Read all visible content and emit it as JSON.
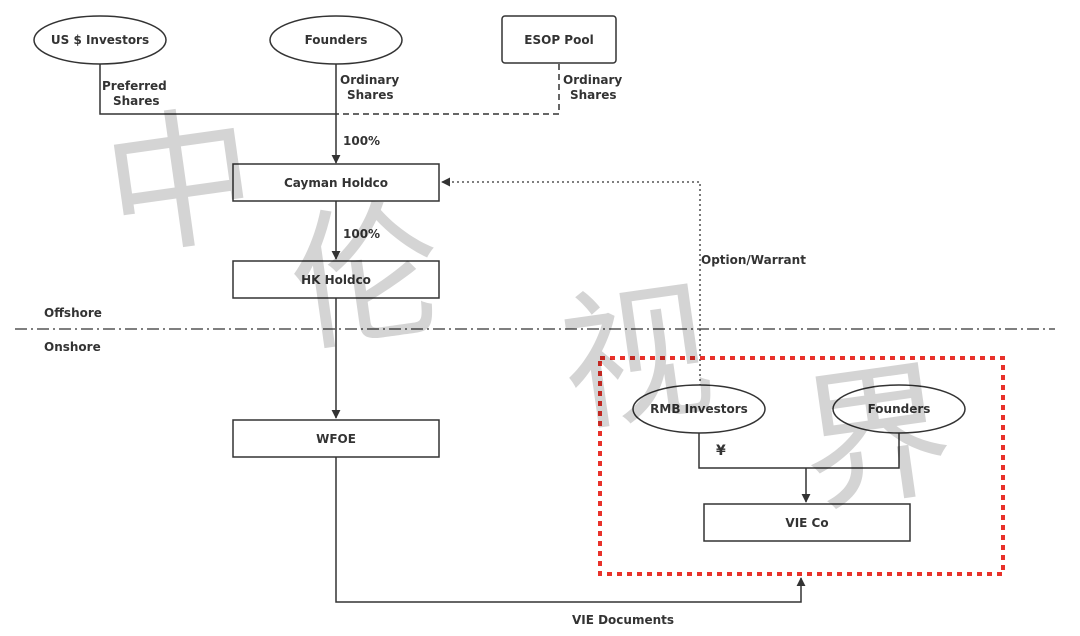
{
  "nodes": {
    "us_investors": "US $ Investors",
    "founders_top": "Founders",
    "esop_pool": "ESOP Pool",
    "cayman_holdco": "Cayman Holdco",
    "hk_holdco": "HK Holdco",
    "wfoe": "WFOE",
    "rmb_investors": "RMB Investors",
    "founders_bottom": "Founders",
    "vie_co": "VIE Co"
  },
  "labels": {
    "preferred_1": "Preferred",
    "preferred_2": "Shares",
    "ordinary_founders_1": "Ordinary",
    "ordinary_founders_2": "Shares",
    "ordinary_esop_1": "Ordinary",
    "ordinary_esop_2": "Shares",
    "pct_cayman": "100%",
    "pct_hk": "100%",
    "option_warrant": "Option/Warrant",
    "offshore": "Offshore",
    "onshore": "Onshore",
    "yuan": "¥",
    "vie_documents": "VIE Documents"
  },
  "watermark": [
    "中",
    "伦",
    "视",
    "界"
  ],
  "colors": {
    "line": "#333333",
    "vie_border": "#e8312a",
    "watermark": "#b3b3b3"
  }
}
